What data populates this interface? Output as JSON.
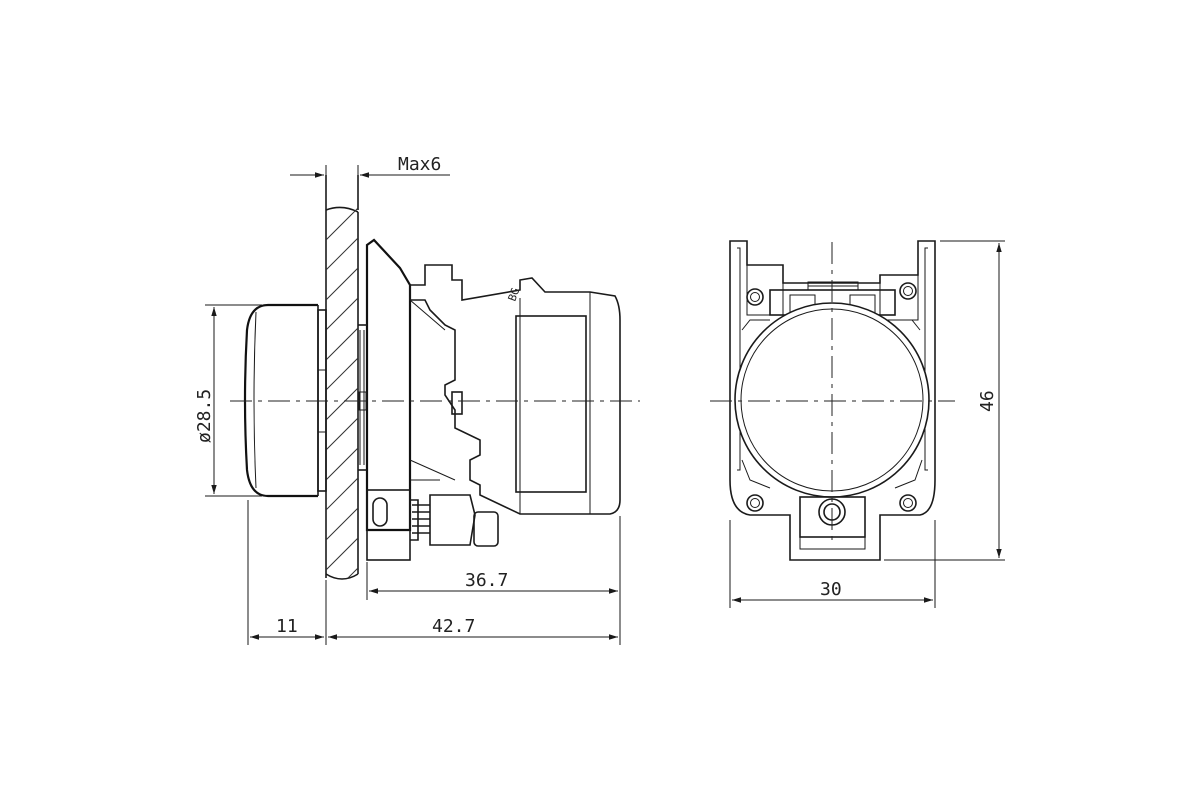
{
  "dimensions": {
    "max_panel": "Max6",
    "diameter": "ø28.5",
    "depth_body": "36.7",
    "depth_total": "42.7",
    "button_height": "11",
    "width": "30",
    "height": "46"
  },
  "marking": "BG"
}
